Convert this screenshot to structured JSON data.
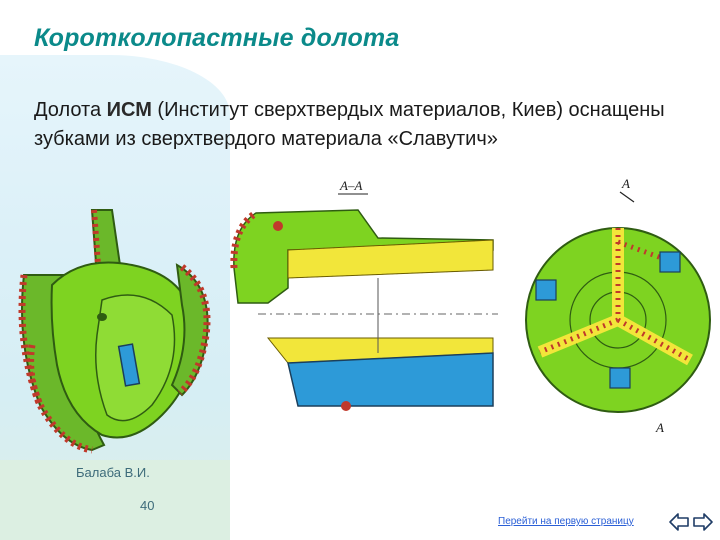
{
  "slide": {
    "title": "Коротколопастные долота",
    "text": {
      "part1": "Долота ",
      "acronym": "ИСМ",
      "part2": " (Институт сверхтвердых материалов, Киев) оснащены зубками из сверхтвердого материала «Славутич»"
    },
    "drawing_labels": {
      "section": "А–А",
      "arrow_top": "А",
      "arrow_bottom": "А"
    },
    "footer": {
      "author": "Балаба В.И.",
      "page_number": "40",
      "link": "Перейти на первую страницу"
    }
  },
  "colors": {
    "title": "#0b8a8a",
    "green": "#7ed321",
    "yellow": "#f2e63a",
    "blue": "#2d9ad8",
    "teeth": "#c0392b"
  },
  "icons": {
    "back": "arrow-left-icon",
    "forward": "arrow-right-icon"
  }
}
